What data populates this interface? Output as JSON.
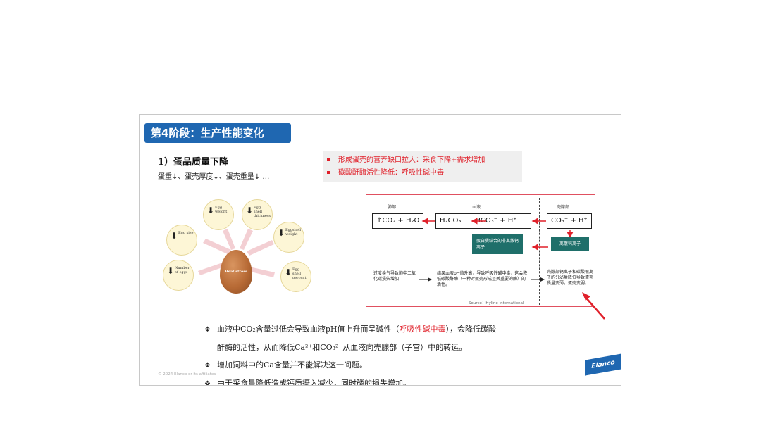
{
  "title": "第4阶段：生产性能变化",
  "subtitle": "1）蛋品质量下降",
  "subtitle_sub": "蛋重↓、蛋壳厚度↓、蛋壳重量↓ …",
  "notes": [
    "形成蛋壳的营养缺口拉大：采食下降+需求增加",
    "碳酸酐酶活性降低：呼吸性碱中毒"
  ],
  "egg_diagram": {
    "center": "Heat stress",
    "items": [
      {
        "arrow": "⬇",
        "text": "Egg size"
      },
      {
        "arrow": "⬇",
        "text": "Egg weight"
      },
      {
        "arrow": "⬇",
        "text": "Egg shell thickness"
      },
      {
        "arrow": "⬇",
        "text": "Eggshell weight"
      },
      {
        "arrow": "⬇",
        "text": "Egg shell percent"
      },
      {
        "arrow": "⬇",
        "text": "Number of eggs"
      }
    ]
  },
  "flow": {
    "headers": [
      "肺部",
      "血液",
      "壳腺部"
    ],
    "lung_chem": "↑CO₂ + H₂O",
    "blood_chem_left": "H₂CO₃",
    "blood_chem_right": "HCO₃⁻ + H⁺",
    "shell_chem": "CO₃⁻ + H⁺",
    "teal_blood": "蛋白质结合的非离散钙离子",
    "teal_shell": "离散钙离子",
    "text_lung": "过度换气导致肺中二氧化碳损失增加",
    "text_blood": "结果血液pH值升高，导致呼吸性碱中毒；这会降低碳酸酐酶（一种对蛋壳形成至关重要的酶）的活性。",
    "text_shell": "壳腺部钙离子和碳酸根离子的分泌量降低导致蛋壳质量变薄，蛋壳变弱。",
    "source": "Source：Hyline International"
  },
  "bullets": {
    "b1_pre": "血液中CO₂含量过低会导致血液pH值上升而呈碱性（",
    "b1_red": "呼吸性碱中毒",
    "b1_post": "），会降低碳酸",
    "b1_cont": "酐酶的活性，从而降低Ca²⁺和CO₃²⁻从血液向壳腺部（子宫）中的转运。",
    "b2": "增加饲料中的Ca含量并不能解决这一问题。",
    "b3": "由于采食量降低造成钙质摄入减少，同时磷的损失增加。",
    "marker": "❖"
  },
  "copyright": "© 2024 Elanco or its affiliates",
  "logo": "Elanco",
  "colors": {
    "accent": "#1f67b1",
    "red": "#e0202a",
    "teal": "#1f6f6a"
  }
}
